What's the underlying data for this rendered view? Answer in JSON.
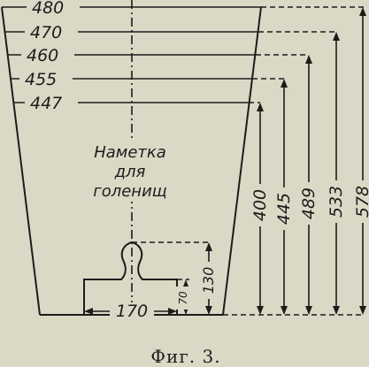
{
  "levels": [
    {
      "label": "480",
      "dim": "578"
    },
    {
      "label": "470",
      "dim": "533"
    },
    {
      "label": "460",
      "dim": "489"
    },
    {
      "label": "455",
      "dim": "445"
    },
    {
      "label": "447",
      "dim": "400"
    }
  ],
  "center_label": {
    "line1": "Наметка",
    "line2": "для",
    "line3": "голенищ"
  },
  "notch": {
    "width": "170",
    "inner_height": "70",
    "outer_height": "130"
  },
  "caption": "Фиг. 3."
}
